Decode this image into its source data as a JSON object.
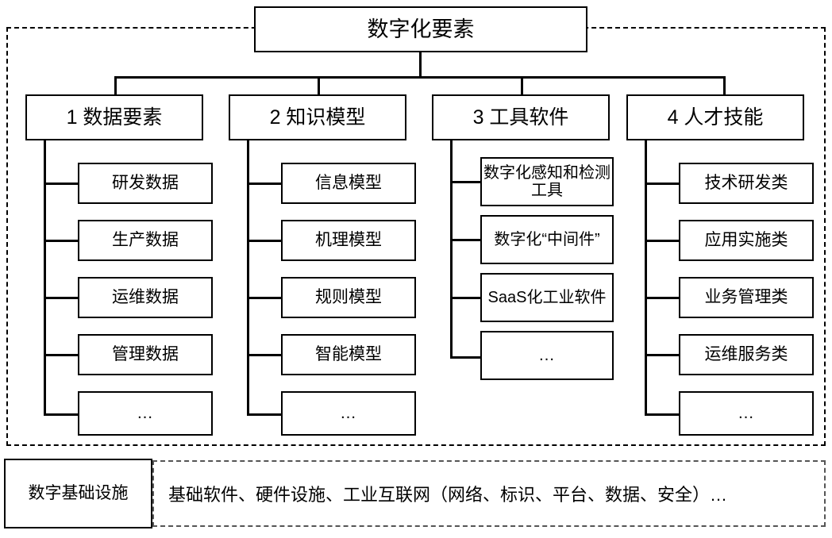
{
  "diagram": {
    "title": "数字化要素",
    "categories": [
      {
        "header": "1 数据要素",
        "items": [
          "研发数据",
          "生产数据",
          "运维数据",
          "管理数据",
          "…"
        ]
      },
      {
        "header": "2 知识模型",
        "items": [
          "信息模型",
          "机理模型",
          "规则模型",
          "智能模型",
          "…"
        ]
      },
      {
        "header": "3 工具软件",
        "items": [
          "数字化感知和检测工具",
          "数字化“中间件”",
          "SaaS化工业软件",
          "…"
        ]
      },
      {
        "header": "4 人才技能",
        "items": [
          "技术研发类",
          "应用实施类",
          "业务管理类",
          "运维服务类",
          "…"
        ]
      }
    ],
    "infrastructure": {
      "label": "数字基础设施",
      "content": "基础软件、硬件设施、工业互联网（网络、标识、平台、数据、安全）…"
    },
    "colors": {
      "line": "#000000",
      "background": "#ffffff",
      "dotted_line": "#555555"
    }
  }
}
